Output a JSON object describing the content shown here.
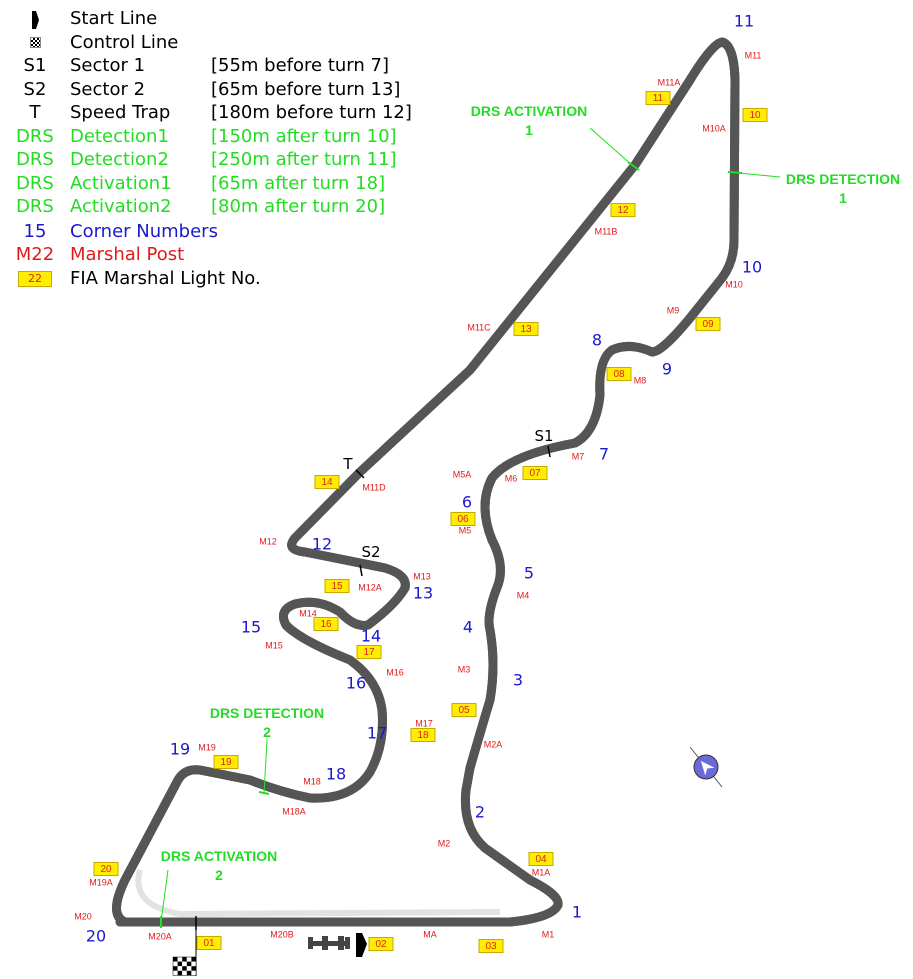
{
  "legend": [
    {
      "symbol": "start-line-icon",
      "label": "Start Line",
      "detail": ""
    },
    {
      "symbol": "checkered-flag-icon",
      "label": "Control Line",
      "detail": ""
    },
    {
      "symbol": "S1",
      "label": "Sector 1",
      "detail": "[55m before turn 7]"
    },
    {
      "symbol": "S2",
      "label": "Sector 2",
      "detail": "[65m before turn 13]"
    },
    {
      "symbol": "T",
      "label": "Speed Trap",
      "detail": "[180m before turn 12]"
    },
    {
      "symbol": "DRS",
      "label": "Detection1",
      "detail": "[150m after turn 10]"
    },
    {
      "symbol": "DRS",
      "label": "Detection2",
      "detail": "[250m after turn 11]"
    },
    {
      "symbol": "DRS",
      "label": "Activation1",
      "detail": "[65m after turn 18]"
    },
    {
      "symbol": "DRS",
      "label": "Activation2",
      "detail": "[80m after turn 20]"
    },
    {
      "symbol": "15",
      "label": "Corner Numbers",
      "detail": ""
    },
    {
      "symbol": "M22",
      "label": "Marshal Post",
      "detail": ""
    },
    {
      "symbol": "22",
      "label": "FIA Marshal Light No.",
      "detail": ""
    }
  ],
  "colors": {
    "drs": "#22dd22",
    "corner": "#1a1acc",
    "marshal": "#e01b1b",
    "light_bg": "#ffee00",
    "track": "#d4d4d4"
  },
  "corners": [
    "1",
    "2",
    "3",
    "4",
    "5",
    "6",
    "7",
    "8",
    "9",
    "10",
    "11",
    "12",
    "13",
    "14",
    "15",
    "16",
    "17",
    "18",
    "19",
    "20"
  ],
  "marshal_posts": [
    "M1",
    "MA",
    "M1A",
    "M2",
    "M2A",
    "M3",
    "M4",
    "M5",
    "M5A",
    "M6",
    "M7",
    "M8",
    "M9",
    "M10",
    "M10A",
    "M11",
    "M11A",
    "M11B",
    "M11C",
    "M11D",
    "M12",
    "M12A",
    "M13",
    "M14",
    "M15",
    "M16",
    "M17",
    "M18",
    "M18A",
    "M19",
    "M19A",
    "M20",
    "M20A",
    "M20B"
  ],
  "lights": [
    "01",
    "02",
    "03",
    "04",
    "05",
    "06",
    "07",
    "08",
    "09",
    "10",
    "11",
    "12",
    "13",
    "14",
    "15",
    "16",
    "17",
    "18",
    "19",
    "20"
  ],
  "drs_zones": [
    {
      "title": "DRS ACTIVATION",
      "number": "1"
    },
    {
      "title": "DRS DETECTION",
      "number": "1"
    },
    {
      "title": "DRS DETECTION",
      "number": "2"
    },
    {
      "title": "DRS ACTIVATION",
      "number": "2"
    }
  ],
  "timing": {
    "sector1": "S1",
    "sector2": "S2",
    "speed_trap": "T"
  },
  "compass_icon": "compass-icon"
}
